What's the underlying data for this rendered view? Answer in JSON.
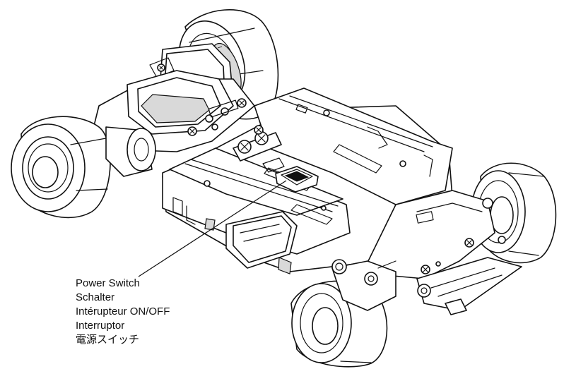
{
  "labels": {
    "en": "Power Switch",
    "de": "Schalter",
    "fr": "Intérupteur ON/OFF",
    "es": "Interruptor",
    "ja": "電源スイッチ"
  }
}
